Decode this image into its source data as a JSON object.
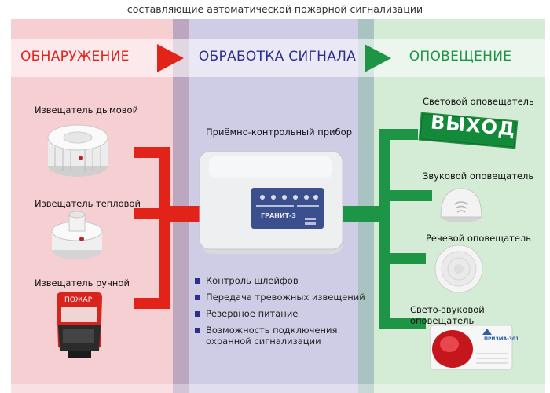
{
  "title": "составляющие автоматической пожарной сигнализации",
  "sections": {
    "detection": {
      "header": "ОБНАРУЖЕНИЕ",
      "items": [
        "Извещатель дымовой",
        "Извещатель тепловой",
        "Извещатель ручной"
      ]
    },
    "processing": {
      "header": "ОБРАБОТКА СИГНАЛА",
      "device_label": "Приёмно-контрольный прибор",
      "device_brand": "ГРАНИТ-3",
      "features": [
        "Контроль шлейфов",
        "Передача тревожных извещений",
        "Резервное питание",
        "Возможность подключения охранной сигнализации"
      ]
    },
    "notification": {
      "header": "ОПОВЕЩЕНИЕ",
      "items": [
        "Световой оповещатель",
        "Звуковой оповещатель",
        "Речевой оповещатель",
        "Свето-звуковой оповещатель"
      ],
      "exit_sign": "ВЫХОД",
      "siren_brand": "ПРИЗМА-301"
    }
  },
  "manual_call_point_text": "ПОЖАР",
  "colors": {
    "detection": "#e2231a",
    "processing": "#2d2f8f",
    "notification": "#1e9447"
  }
}
